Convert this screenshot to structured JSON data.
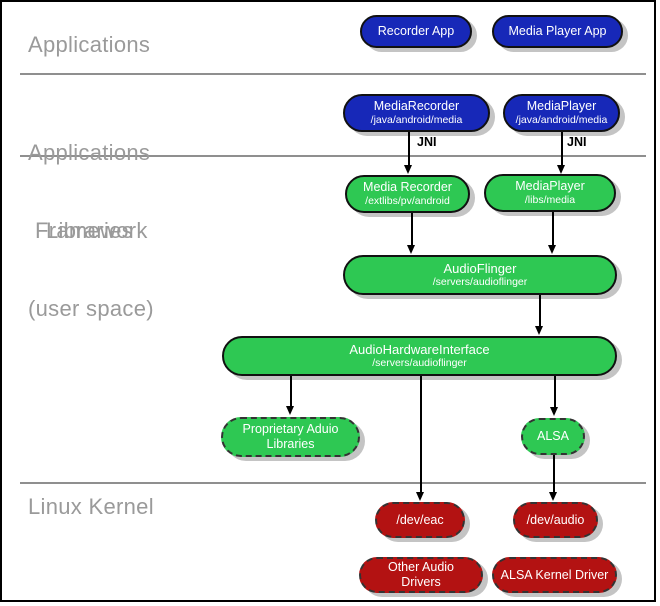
{
  "layers": {
    "applications": "Applications",
    "framework": [
      "Applications",
      "Framework"
    ],
    "libraries": [
      "Libraries",
      "(user space)"
    ],
    "kernel": "Linux Kernel"
  },
  "nodes": {
    "recorder_app": {
      "title": "Recorder App"
    },
    "media_player_app": {
      "title": "Media Player App"
    },
    "media_recorder_fw": {
      "title": "MediaRecorder",
      "path": "/java/android/media"
    },
    "media_player_fw": {
      "title": "MediaPlayer",
      "path": "/java/android/media"
    },
    "media_recorder_lib": {
      "title": "Media Recorder",
      "path": "/extlibs/pv/android"
    },
    "media_player_lib": {
      "title": "MediaPlayer",
      "path": "/libs/media"
    },
    "audio_flinger": {
      "title": "AudioFlinger",
      "path": "/servers/audioflinger"
    },
    "audio_hardware_interface": {
      "title": "AudioHardwareInterface",
      "path": "/servers/audioflinger"
    },
    "proprietary_audio_libraries": {
      "title": "Proprietary Aduio Libraries"
    },
    "alsa": {
      "title": "ALSA"
    },
    "dev_eac": {
      "title": "/dev/eac"
    },
    "dev_audio": {
      "title": "/dev/audio"
    },
    "other_audio_drivers": {
      "title": "Other Audio Drivers"
    },
    "alsa_kernel_driver": {
      "title": "ALSA Kernel Driver"
    }
  },
  "edge_labels": {
    "jni_recorder": "JNI",
    "jni_player": "JNI"
  },
  "colors": {
    "app_blue": "#1728b8",
    "lib_green": "#2ec853",
    "kernel_red": "#b31212",
    "pill_text": "#ffffff",
    "layer_label_gray": "#9a9a9a",
    "divider_gray": "#8f8f8f",
    "shadow_gray": "#c4c4c4",
    "border_black": "#111111"
  }
}
